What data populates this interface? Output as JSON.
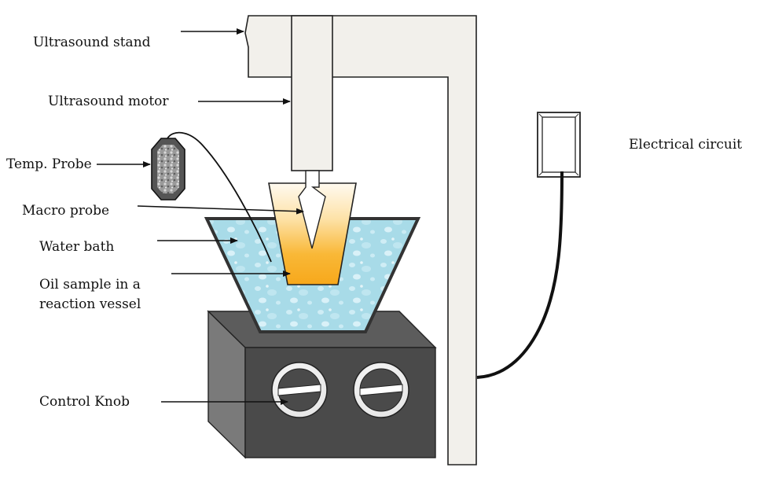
{
  "labels": {
    "ultrasound_stand": "Ultrasound stand",
    "ultrasound_motor": "Ultrasound motor",
    "temp_probe": "Temp. Probe",
    "macro_probe": "Macro probe",
    "water_bath": "Water bath",
    "oil_sample_line1": "Oil  sample  in  a",
    "oil_sample_line2": "reaction vessel",
    "control_knob": "Control Knob",
    "electrical_circuit": "Electrical circuit"
  },
  "colors": {
    "stand_fill": "#f2f0eb",
    "outline": "#222222",
    "water_fill": "#a8dbe8",
    "oil_fill": "#f7a81b",
    "vessel_glass": "#fff8ec",
    "box_front": "#4a4a4a",
    "box_top": "#5c5c5c",
    "box_side": "#3a3a3a",
    "knob_fill": "#ffffff",
    "probe_body": "#8c8c8c",
    "wire": "#111111"
  }
}
